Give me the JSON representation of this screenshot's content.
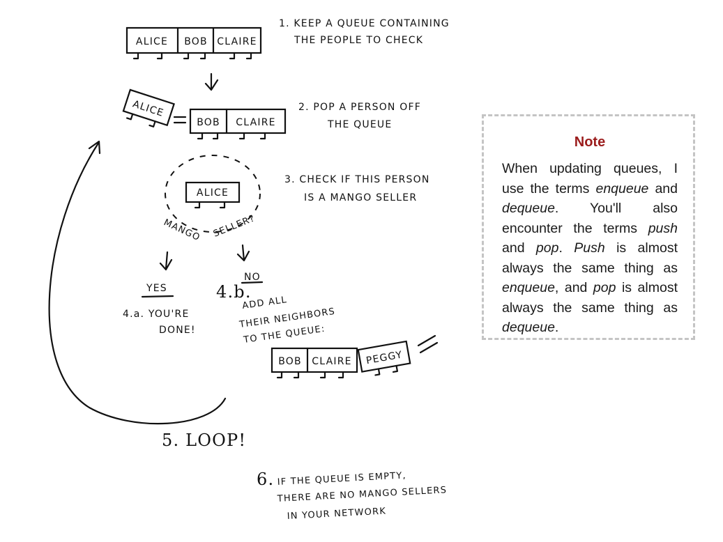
{
  "steps": {
    "s1": [
      "1. KEEP A QUEUE CONTAINING",
      "THE PEOPLE TO CHECK"
    ],
    "s2": [
      "2. POP A PERSON OFF",
      "THE QUEUE"
    ],
    "s3": [
      "3. CHECK IF THIS PERSON",
      "IS A MANGO SELLER"
    ],
    "yes": "YES",
    "s4a": [
      "4.a. YOU'RE",
      "DONE!"
    ],
    "no": "NO",
    "s4b_num": "4.b.",
    "s4b": [
      "ADD ALL",
      "THEIR NEIGHBORS",
      "TO THE QUEUE:"
    ],
    "s5": "5. LOOP!",
    "s6": [
      "6. IF THE QUEUE IS EMPTY,",
      "THERE ARE NO MANGO SELLERS",
      "IN YOUR NETWORK"
    ]
  },
  "queues": {
    "q1": [
      "ALICE",
      "BOB",
      "CLAIRE"
    ],
    "popped": "ALICE",
    "q2": [
      "BOB",
      "CLAIRE"
    ],
    "checking": "ALICE",
    "ring_left": "MANGO",
    "ring_right": "SELLER?",
    "q3": [
      "BOB",
      "CLAIRE",
      "PEGGY"
    ]
  },
  "note": {
    "title": "Note",
    "parts": [
      {
        "text": "When updating queues, I use the terms "
      },
      {
        "text": "enqueue",
        "em": true
      },
      {
        "text": " and "
      },
      {
        "text": "dequeue",
        "em": true
      },
      {
        "text": ". You'll also encounter the terms "
      },
      {
        "text": "push",
        "em": true
      },
      {
        "text": " and "
      },
      {
        "text": "pop",
        "em": true
      },
      {
        "text": ". "
      },
      {
        "text": "Push",
        "em": true
      },
      {
        "text": " is almost always the same thing as "
      },
      {
        "text": "enqueue",
        "em": true
      },
      {
        "text": ", and "
      },
      {
        "text": "pop",
        "em": true
      },
      {
        "text": " is almost always the same thing as "
      },
      {
        "text": "dequeue",
        "em": true
      },
      {
        "text": "."
      }
    ]
  }
}
